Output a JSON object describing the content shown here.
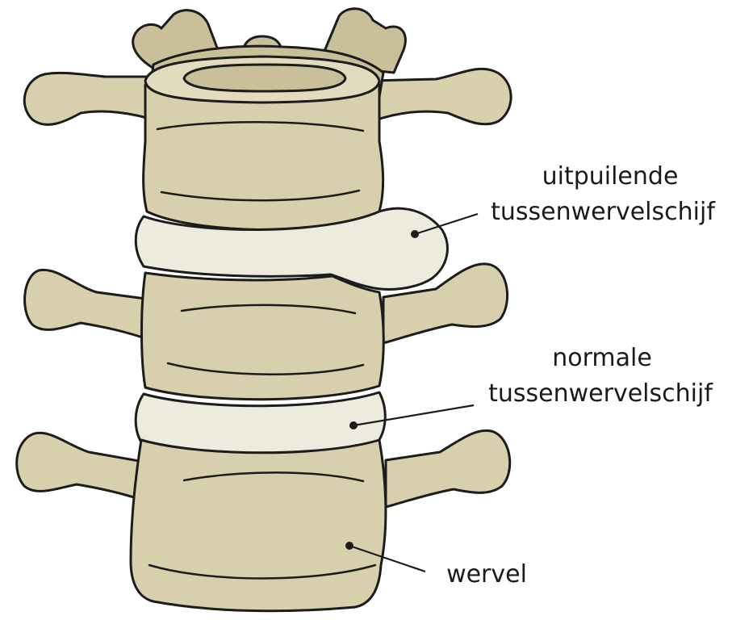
{
  "labels": {
    "bulging_disc_line1": "uitpuilende",
    "bulging_disc_line2": "tussenwervelschijf",
    "normal_disc_line1": "normale",
    "normal_disc_line2": "tussenwervelschijf",
    "vertebra": "wervel"
  },
  "colors": {
    "bone": "#d8cfad",
    "disc": "#ecebde",
    "outline": "#1c1c1c"
  }
}
